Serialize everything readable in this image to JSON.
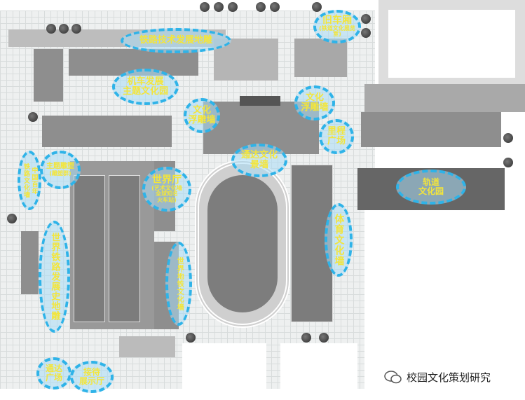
{
  "labels": {
    "railway_tech": "铁路技术发展地雕",
    "old_carriage": "旧车厢",
    "old_carriage_sub": "(铁道文化展览室)",
    "locomotive": "机车发展",
    "locomotive2": "主题文化园",
    "relief_left": "文化",
    "relief_left2": "浮雕墙",
    "relief_right": "文化",
    "relief_right2": "浮雕墙",
    "mileage": "里程",
    "mileage2": "广场",
    "tongda": "通达文化",
    "tongda2": "景墙",
    "rail_culture_wall": "铁路文化墙",
    "china_century": "中国百年",
    "theme_sculpture": "主题雕塑",
    "theme_sculpture_sub": "(雕塑群)",
    "world_hall": "世界厅",
    "world_hall_sub": "(艺术文化墙",
    "world_hall_sub2": "全球知名",
    "world_hall_sub3": "火车站)",
    "track_park": "轨道",
    "track_park2": "文化园",
    "sports_wall": "体育文化墙",
    "world_rail_history": "世界铁路发展史地雕",
    "world_metro_wall": "世界地铁文化墙",
    "tongda_square": "通达",
    "tongda_square2": "广场",
    "reception": "接待",
    "reception2": "展示厅"
  },
  "watermark": "校园文化策划研究",
  "colors": {
    "ring": "#2fb3e8",
    "text": "#f3e53b",
    "building": "#8e8e8e"
  }
}
